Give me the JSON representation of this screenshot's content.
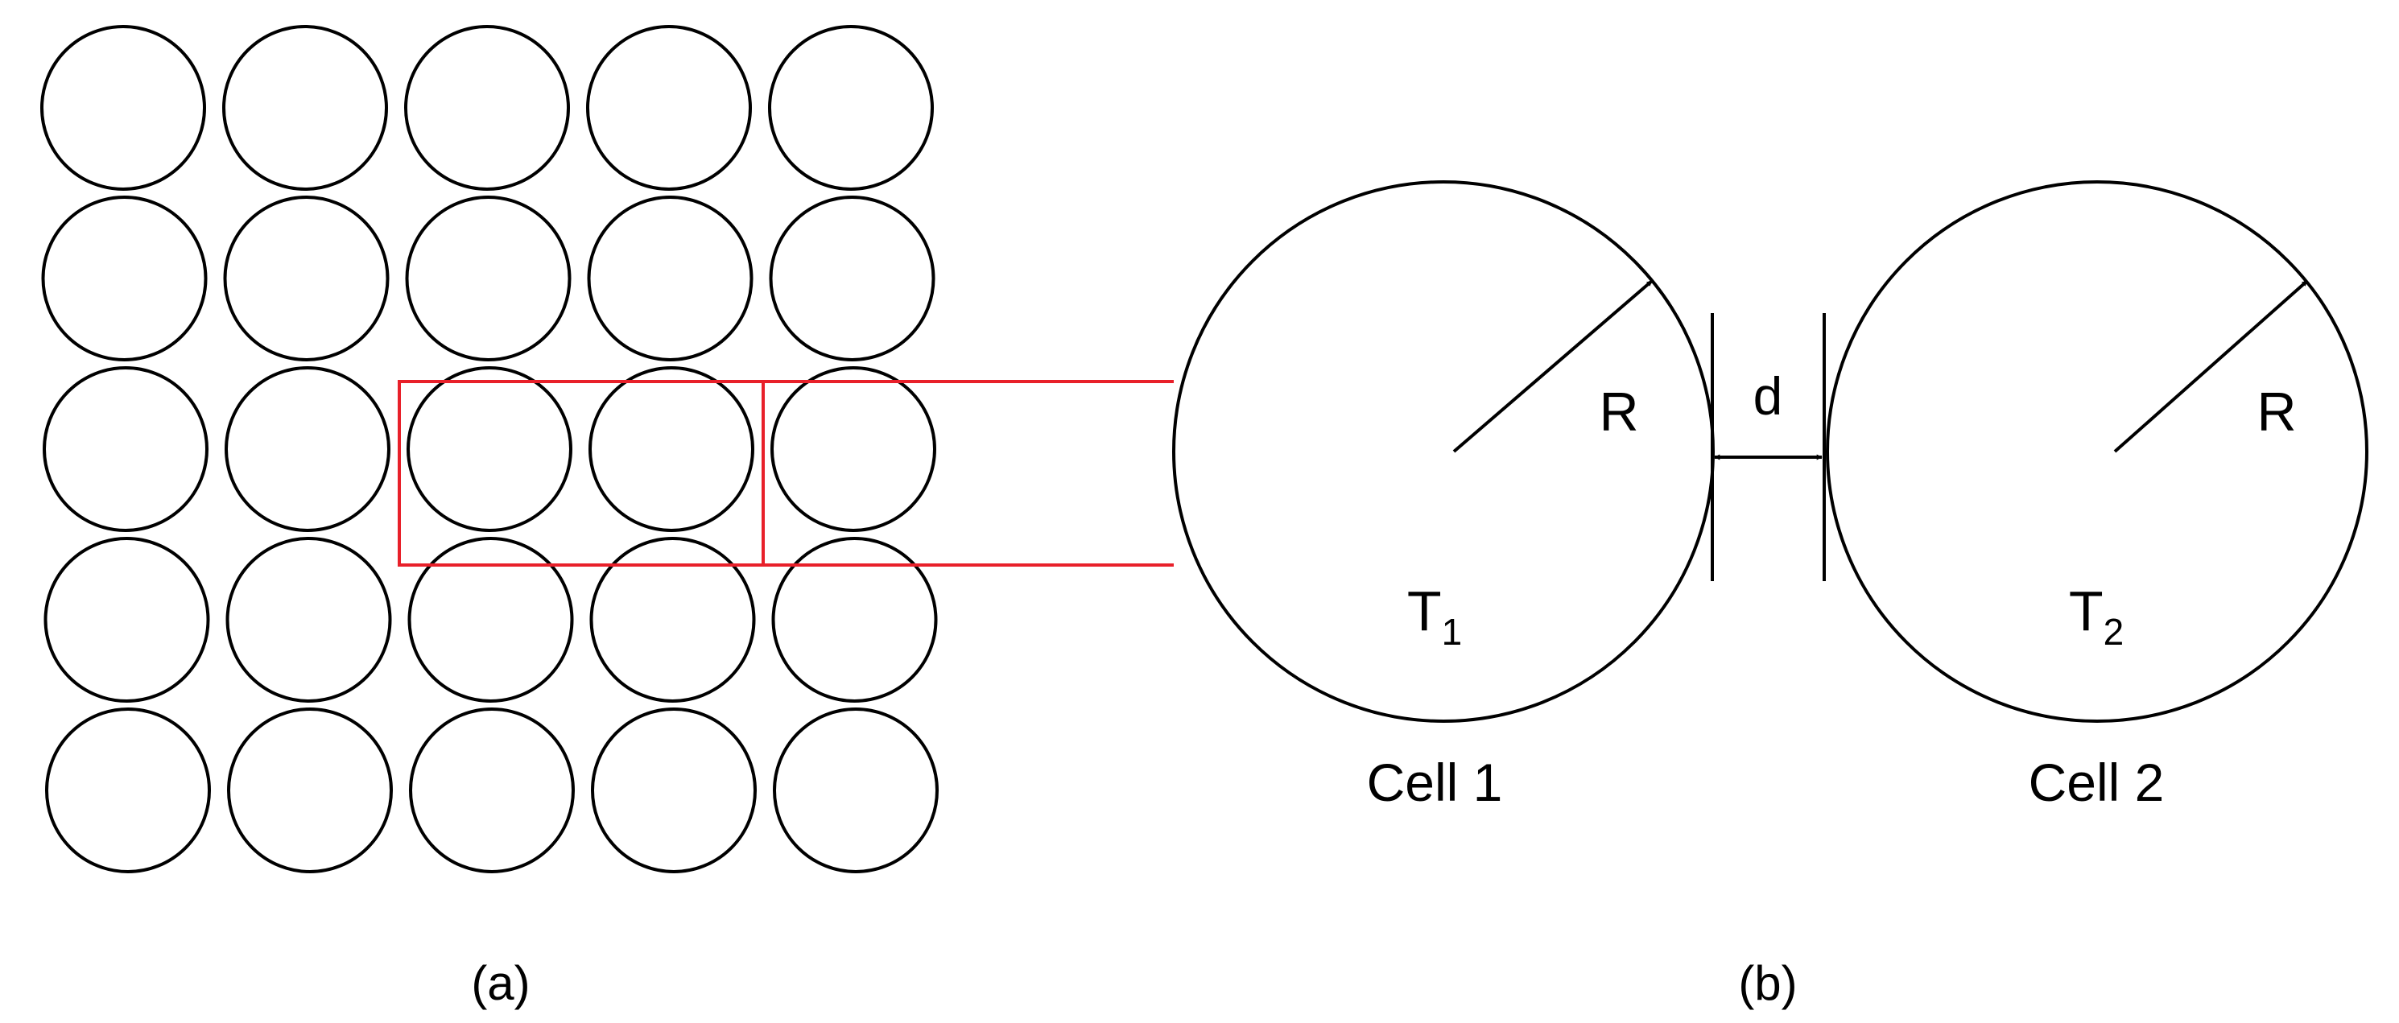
{
  "panel_a": {
    "label": "(a)",
    "grid": {
      "rows": 5,
      "cols": 5
    },
    "highlight": {
      "row": 3,
      "cols": [
        3,
        4
      ]
    }
  },
  "panel_b": {
    "label": "(b)",
    "cells": [
      {
        "name": "Cell 1",
        "radius_label": "R",
        "temp_base": "T",
        "temp_sub": "1"
      },
      {
        "name": "Cell 2",
        "radius_label": "R",
        "temp_base": "T",
        "temp_sub": "2"
      }
    ],
    "gap_label": "d"
  },
  "colors": {
    "stroke": "#000000",
    "highlight": "#e8202a",
    "background": "#ffffff"
  }
}
